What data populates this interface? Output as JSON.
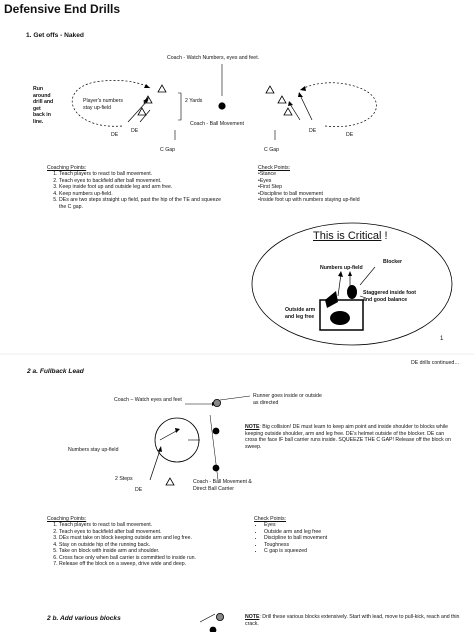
{
  "page_title": "Defensive End Drills",
  "drill1": {
    "heading": "1. Get offs - Naked",
    "coach_top": "Coach - Watch Numbers, eyes and feet.",
    "run_around": [
      "Run",
      "around",
      "drill and",
      "get",
      "back in",
      "line."
    ],
    "numbers_up": [
      "Player's numbers",
      "stay up-field"
    ],
    "two_yards": "2 Yards",
    "coach_ball": "Coach - Ball Movement",
    "de_left_a": "DE",
    "de_left_b": "DE",
    "de_right_a": "DE",
    "de_right_b": "DE",
    "c_gap": "C Gap",
    "coaching_title": "Coaching Points:",
    "coaching": [
      "Teach players to react to ball movement.",
      "Teach eyes to backfield after ball movement.",
      "Keep inside foot up and outside leg and arm free.",
      "Keep numbers up-field.",
      "DEs are two steps straight up field, past the hip of the TE and squeeze the C gap."
    ],
    "check_title": "Check Points:",
    "check": [
      "•Stance",
      "•Eyes",
      "•First Step",
      "•Discipline to ball movement",
      "•Inside foot up with numbers staying up-field"
    ],
    "critical_title": "This is Critical",
    "critical_bang": "!",
    "critical_numbers": "Numbers up-field",
    "critical_blocker": "Blocker",
    "critical_staggered": [
      "Staggered inside foot",
      "and good balance"
    ],
    "critical_outside": [
      "Outside arm",
      "and leg free"
    ],
    "page_number": "1",
    "continued": "DE drills continued…"
  },
  "drill2a": {
    "heading": "2 a. Fullback Lead",
    "coach": "Coach – Watch eyes and feet",
    "runner": [
      "Runner goes inside or outside",
      "as directed"
    ],
    "note_label": "NOTE",
    "note_text": ": Big collision!  DE must learn to keep aim point and inside shoulder to blocks while keeping outside shoulder, arm and leg free. DE's helmet outside of the blocker. DE can cross the face IF ball carrier runs inside. SQUEEZE THE C GAP! Release off the block on sweep.",
    "numbers_up": "Numbers stay up-field",
    "two_steps": "2 Steps",
    "de": "DE",
    "coach_ball": [
      "Coach - Ball Movement &",
      "Direct Ball Carrier"
    ],
    "coaching_title": "Coaching Points:",
    "coaching": [
      "Teach players to react to ball movement.",
      "Teach eyes to backfield after ball movement.",
      "DEs must take on block keeping outside arm and leg free.",
      "Stay on outside hip of the running back.",
      "Take on block with inside arm and shoulder.",
      "Cross face only when ball carrier is committed to inside run.",
      "Release off the block on a sweep, drive wide and deep."
    ],
    "check_title": "Check Points:",
    "check": [
      "Eyes",
      "Outside arm and leg free",
      "Discipline to ball movement",
      "Toughness",
      "C gap is squeezed"
    ]
  },
  "drill2b": {
    "heading": "2 b. Add various blocks",
    "note_label": "NOTE",
    "note_text": ": Drill these various blocks extensively. Start with lead, move to pull-kick, reach and thin crack."
  }
}
